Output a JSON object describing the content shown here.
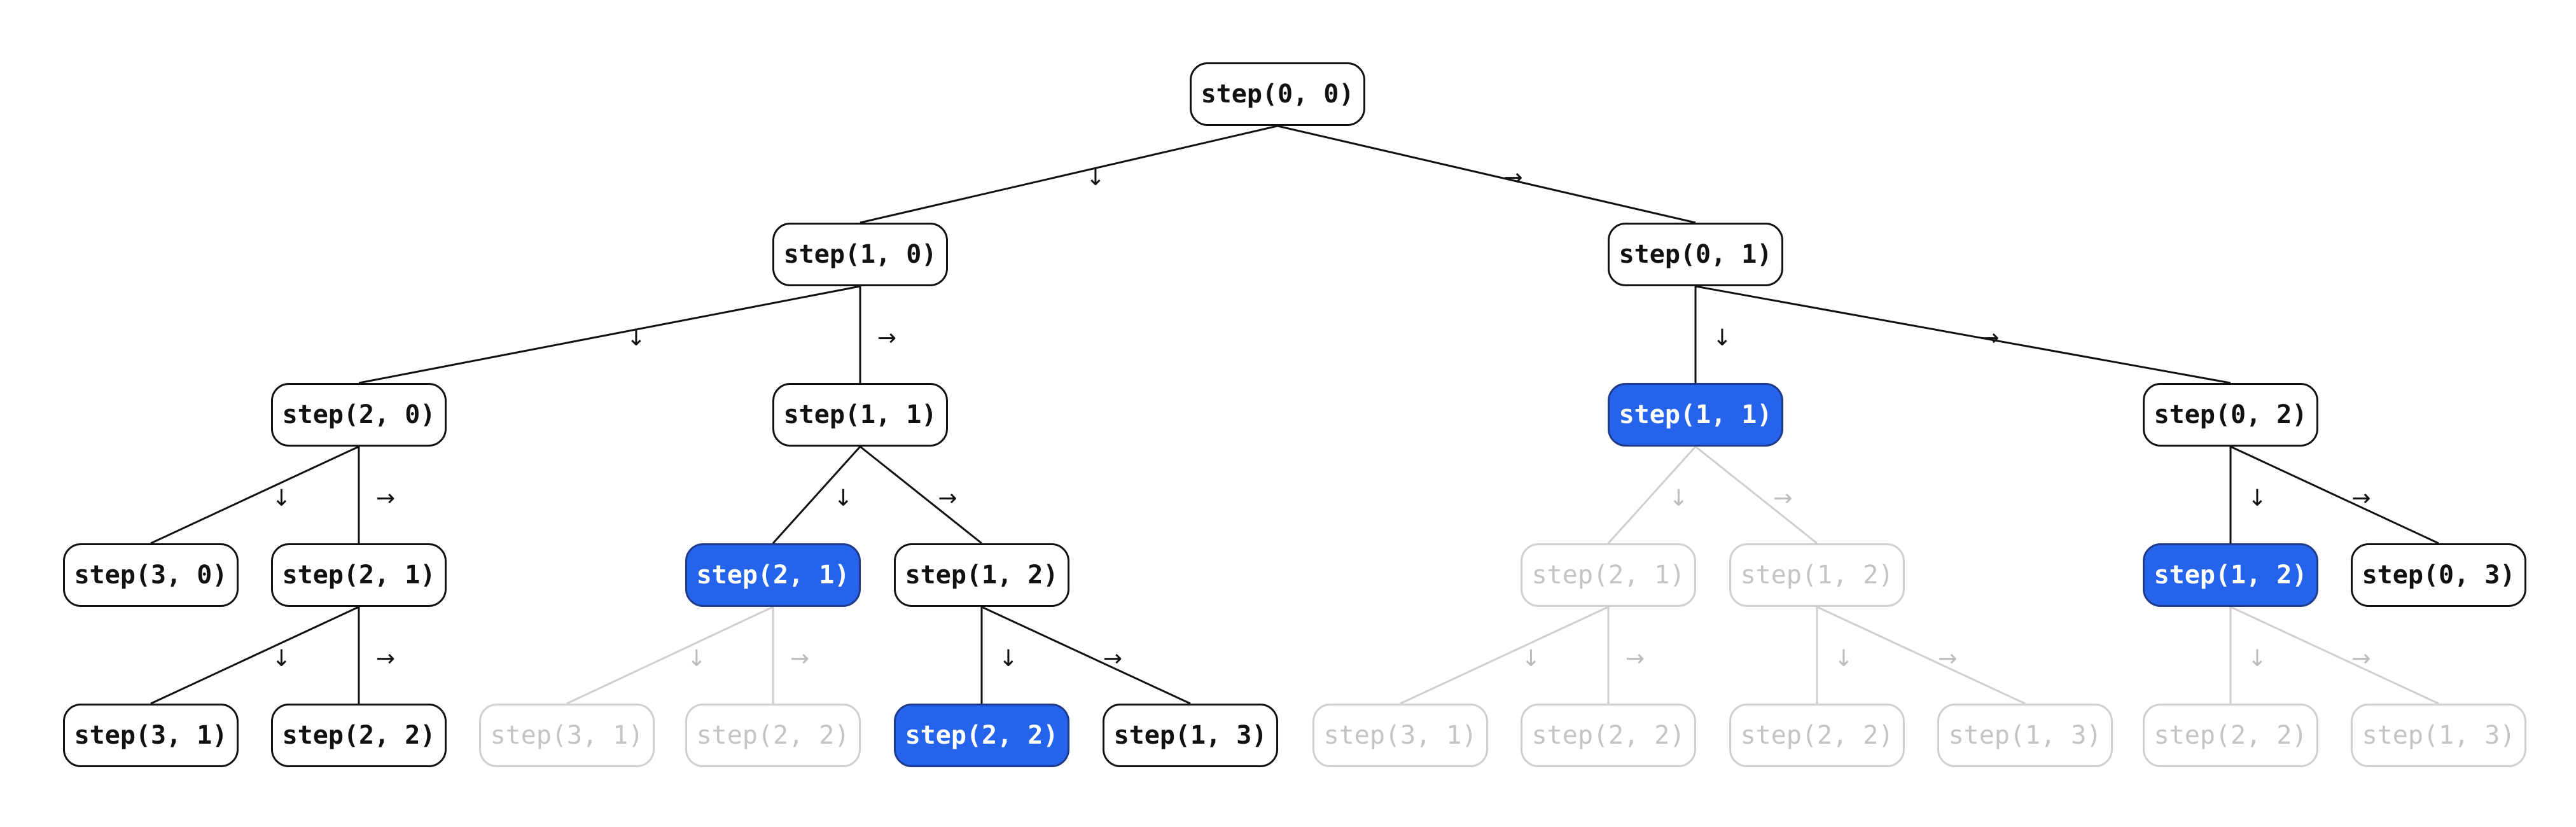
{
  "diagram": {
    "type": "recursion-tree",
    "colors": {
      "memo_fill": "#2563eb",
      "normal_border": "#111111",
      "faded": "#c4c4c4"
    },
    "nodes": [
      {
        "id": "n1",
        "label": "step(0, 0)",
        "state": "normal"
      },
      {
        "id": "n2",
        "label": "step(1, 0)",
        "state": "normal"
      },
      {
        "id": "n3",
        "label": "step(0, 1)",
        "state": "normal"
      },
      {
        "id": "n4",
        "label": "step(2, 0)",
        "state": "normal"
      },
      {
        "id": "n5",
        "label": "step(1, 1)",
        "state": "normal"
      },
      {
        "id": "n6",
        "label": "step(1, 1)",
        "state": "memo"
      },
      {
        "id": "n7",
        "label": "step(0, 2)",
        "state": "normal"
      },
      {
        "id": "n8",
        "label": "step(3, 0)",
        "state": "normal"
      },
      {
        "id": "n9",
        "label": "step(2, 1)",
        "state": "normal"
      },
      {
        "id": "n10",
        "label": "step(2, 1)",
        "state": "memo"
      },
      {
        "id": "n11",
        "label": "step(1, 2)",
        "state": "normal"
      },
      {
        "id": "n12",
        "label": "step(2, 1)",
        "state": "faded"
      },
      {
        "id": "n13",
        "label": "step(1, 2)",
        "state": "faded"
      },
      {
        "id": "n14",
        "label": "step(1, 2)",
        "state": "memo"
      },
      {
        "id": "n15",
        "label": "step(0, 3)",
        "state": "normal"
      },
      {
        "id": "n16",
        "label": "step(3, 1)",
        "state": "normal"
      },
      {
        "id": "n17",
        "label": "step(2, 2)",
        "state": "normal"
      },
      {
        "id": "n18",
        "label": "step(3, 1)",
        "state": "faded"
      },
      {
        "id": "n19",
        "label": "step(2, 2)",
        "state": "faded"
      },
      {
        "id": "n20",
        "label": "step(2, 2)",
        "state": "memo"
      },
      {
        "id": "n21",
        "label": "step(1, 3)",
        "state": "normal"
      },
      {
        "id": "n22",
        "label": "step(3, 1)",
        "state": "faded"
      },
      {
        "id": "n23",
        "label": "step(2, 2)",
        "state": "faded"
      },
      {
        "id": "n24",
        "label": "step(2, 2)",
        "state": "faded"
      },
      {
        "id": "n25",
        "label": "step(1, 3)",
        "state": "faded"
      },
      {
        "id": "n26",
        "label": "step(2, 2)",
        "state": "faded"
      },
      {
        "id": "n27",
        "label": "step(1, 3)",
        "state": "faded"
      }
    ],
    "edges": [
      {
        "from": "n1",
        "to": "n2",
        "direction": "↓",
        "faded": false
      },
      {
        "from": "n1",
        "to": "n3",
        "direction": "→",
        "faded": false
      },
      {
        "from": "n2",
        "to": "n4",
        "direction": "↓",
        "faded": false
      },
      {
        "from": "n2",
        "to": "n5",
        "direction": "→",
        "faded": false
      },
      {
        "from": "n3",
        "to": "n6",
        "direction": "↓",
        "faded": false
      },
      {
        "from": "n3",
        "to": "n7",
        "direction": "→",
        "faded": false
      },
      {
        "from": "n4",
        "to": "n8",
        "direction": "↓",
        "faded": false
      },
      {
        "from": "n4",
        "to": "n9",
        "direction": "→",
        "faded": false
      },
      {
        "from": "n5",
        "to": "n10",
        "direction": "↓",
        "faded": false
      },
      {
        "from": "n5",
        "to": "n11",
        "direction": "→",
        "faded": false
      },
      {
        "from": "n6",
        "to": "n12",
        "direction": "↓",
        "faded": true
      },
      {
        "from": "n6",
        "to": "n13",
        "direction": "→",
        "faded": true
      },
      {
        "from": "n7",
        "to": "n14",
        "direction": "↓",
        "faded": false
      },
      {
        "from": "n7",
        "to": "n15",
        "direction": "→",
        "faded": false
      },
      {
        "from": "n9",
        "to": "n16",
        "direction": "↓",
        "faded": false
      },
      {
        "from": "n9",
        "to": "n17",
        "direction": "→",
        "faded": false
      },
      {
        "from": "n10",
        "to": "n18",
        "direction": "↓",
        "faded": true
      },
      {
        "from": "n10",
        "to": "n19",
        "direction": "→",
        "faded": true
      },
      {
        "from": "n11",
        "to": "n20",
        "direction": "↓",
        "faded": false
      },
      {
        "from": "n11",
        "to": "n21",
        "direction": "→",
        "faded": false
      },
      {
        "from": "n12",
        "to": "n22",
        "direction": "↓",
        "faded": true
      },
      {
        "from": "n12",
        "to": "n23",
        "direction": "→",
        "faded": true
      },
      {
        "from": "n13",
        "to": "n24",
        "direction": "↓",
        "faded": true
      },
      {
        "from": "n13",
        "to": "n25",
        "direction": "→",
        "faded": true
      },
      {
        "from": "n14",
        "to": "n26",
        "direction": "↓",
        "faded": true
      },
      {
        "from": "n14",
        "to": "n27",
        "direction": "→",
        "faded": true
      }
    ]
  }
}
